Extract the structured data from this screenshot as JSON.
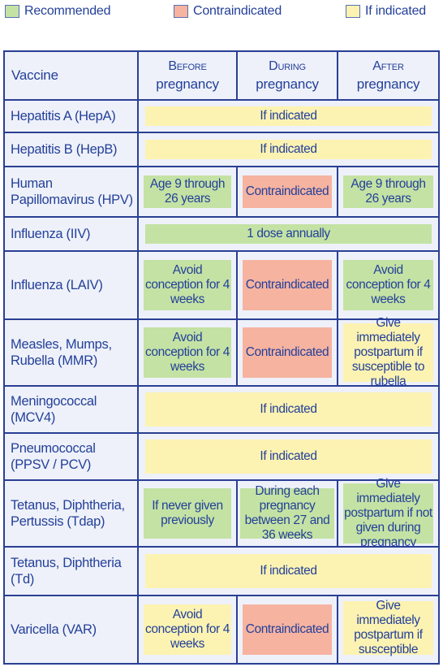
{
  "legend": {
    "recommended": "Recommended",
    "contraindicated": "Contraindicated",
    "if_indicated": "If indicated",
    "colors": {
      "recommended": "#c4e2a4",
      "contraindicated": "#f6b3a0",
      "if_indicated": "#fcf3b2"
    }
  },
  "header": {
    "vaccine": "Vaccine",
    "before_1": "Before",
    "before_2": "pregnancy",
    "during_1": "During",
    "during_2": "pregnancy",
    "after_1": "After",
    "after_2": "pregnancy"
  },
  "rows": [
    {
      "name": "Hepatitis A (HepA)",
      "span": "If indicated"
    },
    {
      "name": "Hepatitis B (HepB)",
      "span": "If indicated"
    },
    {
      "name": "Human Papillomavirus (HPV)",
      "before": "Age 9 through 26 years",
      "during": "Contraindicated",
      "after": "Age 9 through 26 years"
    },
    {
      "name": "Influenza (IIV)",
      "span": "1 dose annually"
    },
    {
      "name": "Influenza (LAIV)",
      "before": "Avoid conception for 4 weeks",
      "during": "Contraindicated",
      "after": "Avoid conception for 4 weeks"
    },
    {
      "name": "Measles, Mumps, Rubella (MMR)",
      "before": "Avoid conception for 4 weeks",
      "during": "Contraindicated",
      "after": "Give immediately postpartum if susceptible to rubella"
    },
    {
      "name": "Meningococcal (MCV4)",
      "span": "If indicated"
    },
    {
      "name": "Pneumococcal (PPSV / PCV)",
      "span": "If indicated"
    },
    {
      "name": "Tetanus, Diphtheria, Pertussis (Tdap)",
      "before": "If never given previously",
      "during": "During each pregnancy between 27 and 36 weeks",
      "after": "Give immediately postpartum if not given during pregnancy"
    },
    {
      "name": "Tetanus, Diphtheria (Td)",
      "span": "If indicated"
    },
    {
      "name": "Varicella (VAR)",
      "before": "Avoid conception for 4 weeks",
      "during": "Contraindicated",
      "after": "Give immediately postpartum if susceptible"
    }
  ]
}
